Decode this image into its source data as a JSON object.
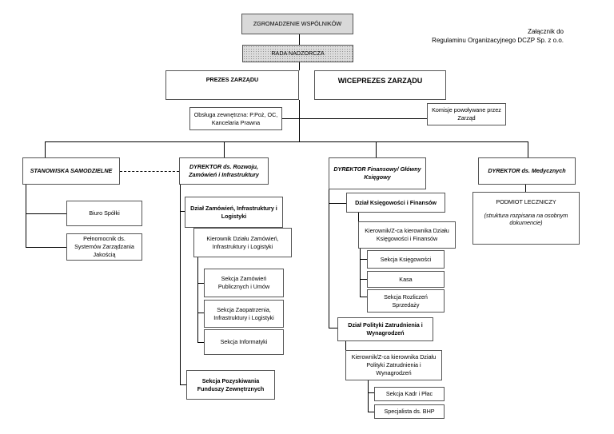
{
  "annex_note": {
    "line1": "Załącznik do",
    "line2": "Regulaminu Organizacyjnego DCZP Sp. z o.o."
  },
  "boxes": {
    "zgromadzenie": "ZGROMADZENIE WSPÓLNIKÓW",
    "rada": "RADA NADZORCZA",
    "prezes": "PREZES ZARZĄDU",
    "wiceprezes": "WICEPREZES ZARZĄDU",
    "obsluga": "Obsługa zewnętrzna: P.Poż, OC, Kancelaria Prawna",
    "komisje": "Komisje powoływane przez Zarząd",
    "stanowiska": "STANOWISKA SAMODZIELNE",
    "biuro": "Biuro Spółki",
    "pelnomocnik": "Pełnomocnik ds. Systemów Zarządzania Jakością",
    "dyr_rozwoju": "DYREKTOR ds. Rozwoju, Zamówień i Infrastruktury",
    "dzial_zamowien": "Dział Zamówień, Infrastruktury i Logistyki",
    "kier_zamowien": "Kierownik Działu Zamówień, Infrastruktury i Logistyki",
    "sek_zamowien": "Sekcja Zamówień Publicznych i Umów",
    "sek_zaopatrzenia": "Sekcja Zaopatrzenia, Infrastruktury i Logistyki",
    "sek_informatyki": "Sekcja Informatyki",
    "sek_pozyskiwania": "Sekcja Pozyskiwania Funduszy Zewnętrznych",
    "dyr_finansowy": "DYREKTOR Finansowy/ Główny Księgowy",
    "dzial_ksiegowosci": "Dział Księgowości i Finansów",
    "kier_ksiegowosci": "Kierownik/Z-ca kierownika Działu Księgowości i Finansów",
    "sek_ksiegowosci": "Sekcja Księgowości",
    "kasa": "Kasa",
    "sek_rozliczen": "Sekcja Rozliczeń Sprzedaży",
    "dzial_polityki": "Dział Polityki Zatrudnienia i Wynagrodzeń",
    "kier_polityki": "Kierownik/Z-ca kierownika Działu Polityki Zatrudnienia i Wynagrodzeń",
    "sek_kadr": "Sekcja Kadr i Płac",
    "specjalista_bhp": "Specjalista ds. BHP",
    "dyr_medyczny": "DYREKTOR ds. Medycznych",
    "podmiot": "PODMIOT LECZNICZY",
    "podmiot_note": "(struktura rozpisana na osobnym dokumencie)"
  }
}
